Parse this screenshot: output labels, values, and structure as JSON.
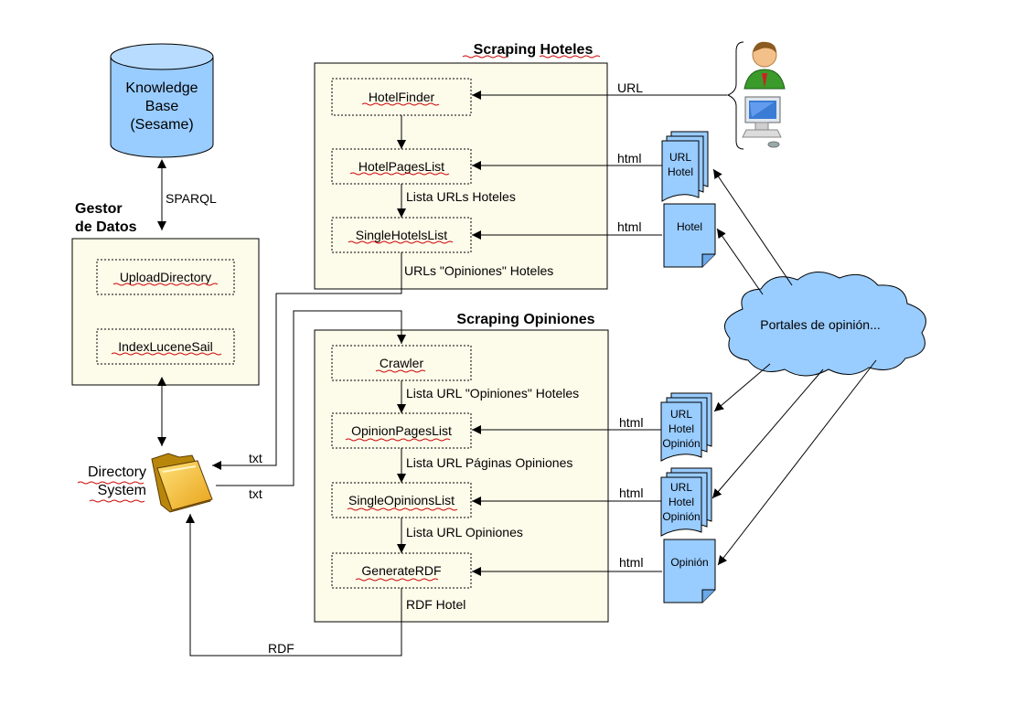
{
  "knowledge_base": {
    "line1": "Knowledge",
    "line2": "Base",
    "line3": "(Sesame)"
  },
  "gestor": {
    "line1": "Gestor",
    "line2": "de Datos",
    "upload": "UploadDirectory",
    "index": "IndexLuceneSail"
  },
  "directory": {
    "line1": "Directory",
    "line2": "System"
  },
  "scraping_hoteles": {
    "title": "Scraping Hoteles",
    "hotelfinder": "HotelFinder",
    "hotelpageslist": "HotelPagesList",
    "singlehotelslist": "SingleHotelsList",
    "lista_urls": "Lista URLs Hoteles",
    "urls_opiniones": "URLs \"Opiniones\" Hoteles"
  },
  "scraping_opiniones": {
    "title": "Scraping Opiniones",
    "crawler": "Crawler",
    "opinionpageslist": "OpinionPagesList",
    "singleopinionslist": "SingleOpinionsList",
    "generaterdf": "GenerateRDF",
    "lista_url_opiniones_hoteles": "Lista URL \"Opiniones\" Hoteles",
    "lista_url_paginas": "Lista URL Páginas Opiniones",
    "lista_url_opiniones": "Lista URL Opiniones",
    "rdf_hotel": "RDF Hotel"
  },
  "labels": {
    "sparql": "SPARQL",
    "url": "URL",
    "html": "html",
    "txt": "txt",
    "rdf": "RDF"
  },
  "docs": {
    "url": "URL",
    "hotel": "Hotel",
    "opinion_word": "Opinión"
  },
  "cloud": {
    "label": "Portales de opinión..."
  }
}
